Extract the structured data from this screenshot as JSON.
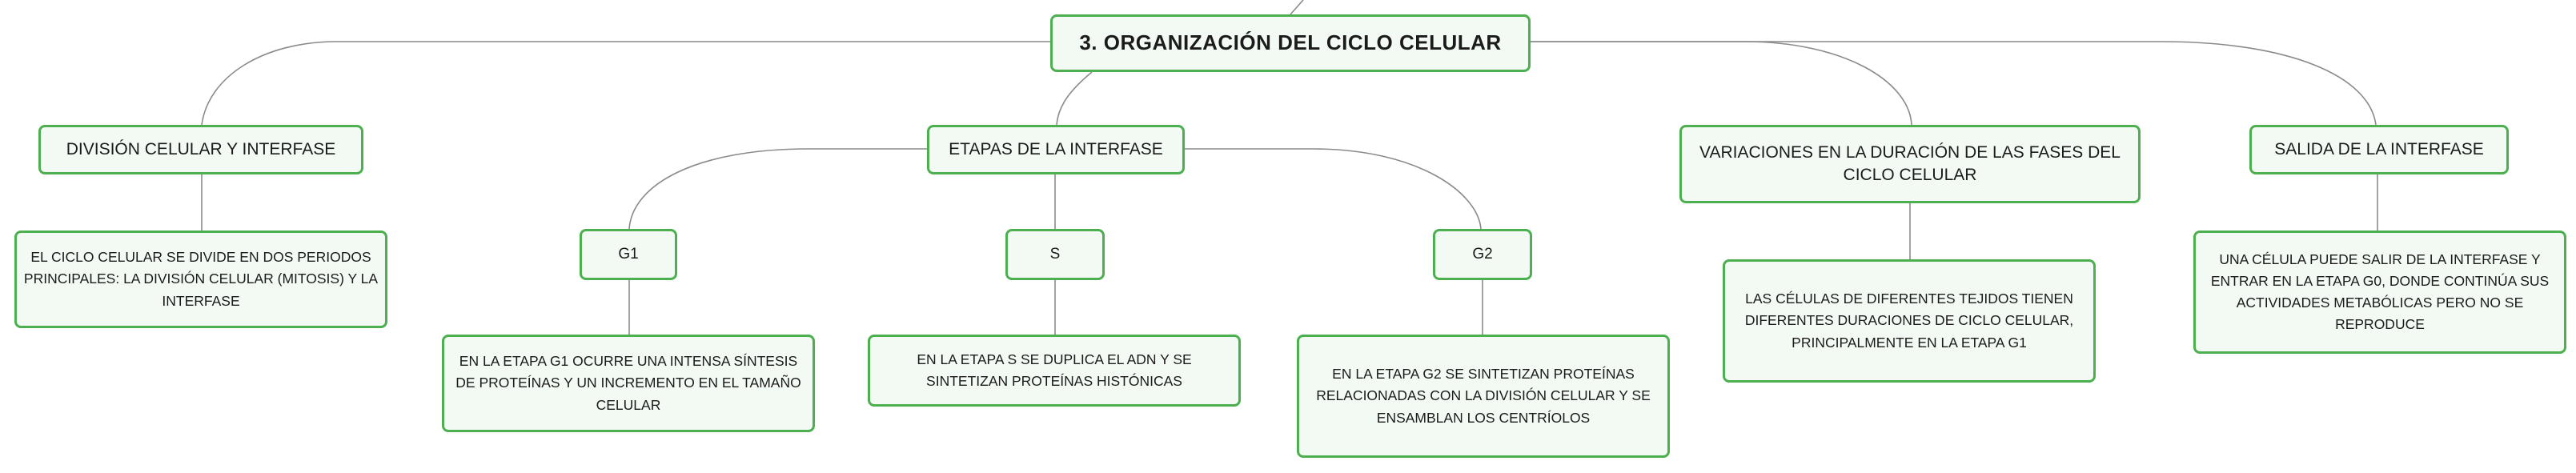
{
  "root": {
    "label": "3. ORGANIZACIÓN DEL CICLO CELULAR"
  },
  "branches": {
    "division": {
      "label": "DIVISIÓN CELULAR Y INTERFASE",
      "detail": "EL CICLO CELULAR SE DIVIDE EN DOS PERIODOS PRINCIPALES: LA DIVISIÓN CELULAR (MITOSIS) Y LA INTERFASE"
    },
    "etapas": {
      "label": "ETAPAS DE LA INTERFASE",
      "g1": {
        "label": "G1",
        "detail": "EN LA ETAPA G1 OCURRE UNA INTENSA SÍNTESIS DE PROTEÍNAS Y UN INCREMENTO EN EL TAMAÑO CELULAR"
      },
      "s": {
        "label": "S",
        "detail": "EN LA ETAPA S SE DUPLICA EL ADN Y SE SINTETIZAN PROTEÍNAS HISTÓNICAS"
      },
      "g2": {
        "label": "G2",
        "detail": "EN LA ETAPA G2 SE SINTETIZAN PROTEÍNAS RELACIONADAS CON LA DIVISIÓN CELULAR Y SE ENSAMBLAN LOS CENTRÍOLOS"
      }
    },
    "variaciones": {
      "label": "VARIACIONES EN LA DURACIÓN DE LAS FASES DEL CICLO CELULAR",
      "detail": "LAS CÉLULAS DE DIFERENTES TEJIDOS TIENEN DIFERENTES DURACIONES DE CICLO CELULAR, PRINCIPALMENTE EN LA ETAPA G1"
    },
    "salida": {
      "label": "SALIDA DE LA INTERFASE",
      "detail": "UNA CÉLULA PUEDE SALIR DE LA INTERFASE Y ENTRAR EN LA ETAPA G0, DONDE CONTINÚA SUS ACTIVIDADES METABÓLICAS PERO NO SE REPRODUCE"
    }
  },
  "colors": {
    "border": "#4caf50",
    "fill": "#f3faf4",
    "connector": "#8a8a8a"
  }
}
